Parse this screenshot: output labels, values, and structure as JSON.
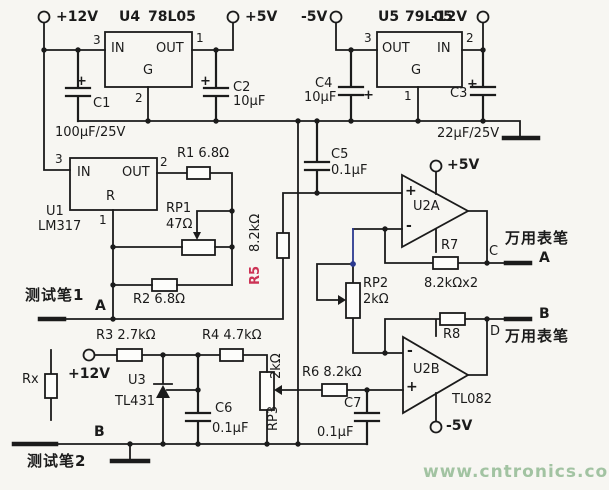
{
  "colors": {
    "paper": "#f7f6f2",
    "ink": "#1b1b1b",
    "r5_highlight": "#cc3355",
    "blue_wire": "#2b3990",
    "watermark": "#a2c3a2"
  },
  "power": {
    "v12_pos_main": "+12V",
    "v5_pos_main": "+5V",
    "v5_neg_main": "-5V",
    "v12_neg_main": "-12V",
    "v5_pos_u2a": "+5V",
    "v5_neg_u2b": "-5V",
    "v12_pos_bridge": "+12V"
  },
  "regulators": {
    "u4": {
      "ref": "U4",
      "part": "78L05",
      "in": "IN",
      "out": "OUT",
      "gnd": "G",
      "pin_in": "3",
      "pin_out": "1",
      "pin_gnd": "2"
    },
    "u5": {
      "ref": "U5",
      "part": "79L05",
      "in": "IN",
      "out": "OUT",
      "gnd": "G",
      "pin_in": "2",
      "pin_out": "3",
      "pin_gnd": "1"
    },
    "u1": {
      "ref": "U1",
      "part": "LM317",
      "in": "IN",
      "out": "OUT",
      "adj": "R",
      "pin_in": "3",
      "pin_out": "2",
      "pin_adj": "1"
    }
  },
  "opamps": {
    "u2a": {
      "ref": "U2A",
      "plus": "+",
      "minus": "-"
    },
    "u2b": {
      "ref": "U2B",
      "plus": "+",
      "minus": "-",
      "part": "TL082"
    }
  },
  "shunt_ref": {
    "ref": "U3",
    "part": "TL431"
  },
  "resistors": {
    "r1": "R1  6.8Ω",
    "r2": "R2  6.8Ω",
    "r3": "R3  2.7kΩ",
    "r4": "R4  4.7kΩ",
    "r5_ref": "R5",
    "r5_value": "8.2kΩ",
    "r6": "R6  8.2kΩ",
    "r7_ref": "R7",
    "r7_value": "8.2kΩx2",
    "r8_ref": "R8",
    "rx_ref": "Rx"
  },
  "potentiometers": {
    "rp1_ref": "RP1",
    "rp1_value": "47Ω",
    "rp2_ref": "RP2",
    "rp2_value": "2kΩ",
    "rp3_ref": "RP3",
    "rp3_value": "2kΩ"
  },
  "capacitors": {
    "c1_ref": "C1",
    "c1_value": "100µF/25V",
    "c1_polarity": "+",
    "c2_ref": "C2",
    "c2_value": "10µF",
    "c2_polarity": "+",
    "c3_ref": "C3",
    "c3_value": "22µF/25V",
    "c3_polarity": "+",
    "c4_ref": "C4",
    "c4_value": "10µF",
    "c4_polarity": "+",
    "c5_ref": "C5",
    "c5_value": "0.1µF",
    "c6_ref": "C6",
    "c6_value": "0.1µF",
    "c7_ref": "C7",
    "c7_value": "0.1µF"
  },
  "probes": {
    "test_pen_1": "测试笔1",
    "test_pen_2": "测试笔2",
    "multimeter_pen_a": "万用表笔",
    "multimeter_pen_b": "万用表笔",
    "probe_a": "A",
    "probe_b": "B"
  },
  "nodes": {
    "a": "A",
    "b": "B",
    "c": "C",
    "d": "D"
  },
  "watermark": "www.cntronics.com"
}
